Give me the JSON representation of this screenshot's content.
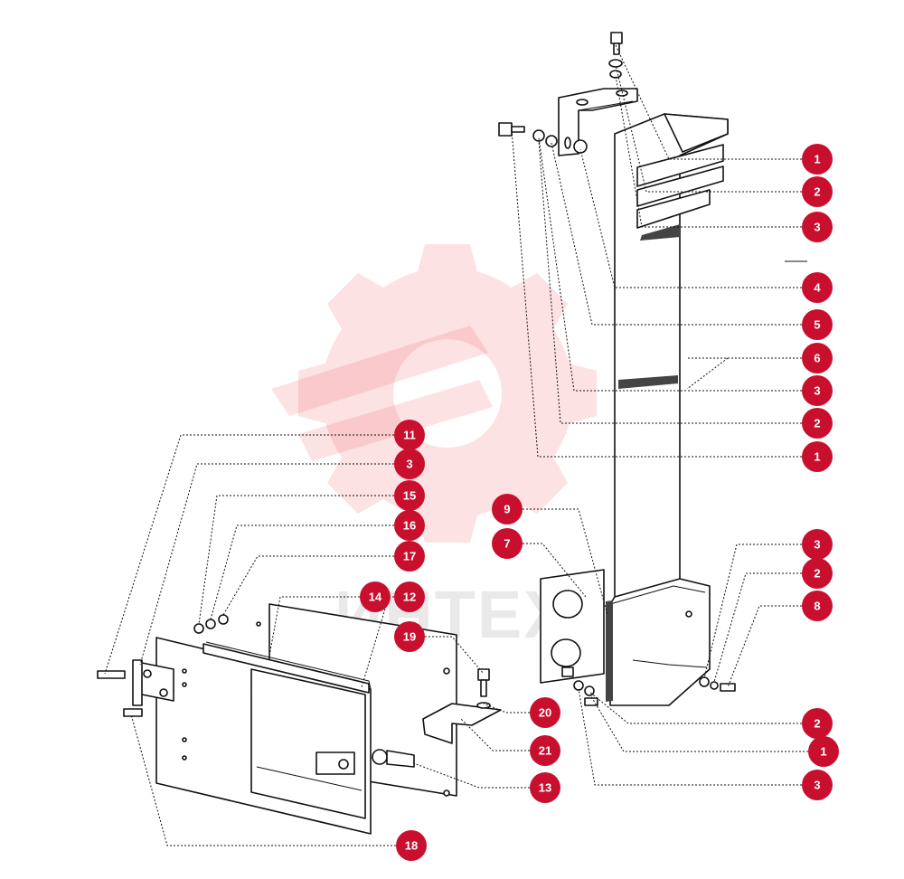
{
  "watermark": {
    "text": "ИНТЕХ"
  },
  "colors": {
    "callout": "#c8102e",
    "watermark_gear": "#e8313c",
    "line": "#111111"
  },
  "callouts": [
    {
      "label": "1"
    },
    {
      "label": "2"
    },
    {
      "label": "3"
    },
    {
      "label": "4"
    },
    {
      "label": "5"
    },
    {
      "label": "6"
    },
    {
      "label": "3"
    },
    {
      "label": "2"
    },
    {
      "label": "1"
    },
    {
      "label": "3"
    },
    {
      "label": "2"
    },
    {
      "label": "8"
    },
    {
      "label": "2"
    },
    {
      "label": "1"
    },
    {
      "label": "3"
    },
    {
      "label": "9"
    },
    {
      "label": "7"
    },
    {
      "label": "11"
    },
    {
      "label": "3"
    },
    {
      "label": "15"
    },
    {
      "label": "16"
    },
    {
      "label": "17"
    },
    {
      "label": "14"
    },
    {
      "label": "12"
    },
    {
      "label": "19"
    },
    {
      "label": "20"
    },
    {
      "label": "21"
    },
    {
      "label": "13"
    },
    {
      "label": "18"
    }
  ]
}
